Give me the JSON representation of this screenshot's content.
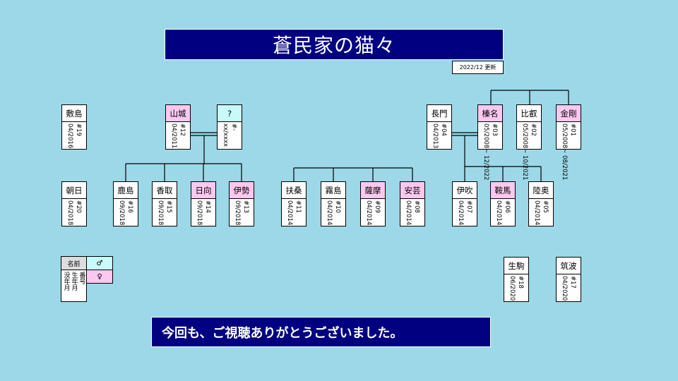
{
  "title": "蒼民家の猫々",
  "updated": "2022/12 更新",
  "footer": "今回も、ご視聴ありがとうございました。",
  "colors": {
    "background": "#9cd8e8",
    "title_bg": "#000080",
    "female": "#fcc8f0",
    "male": "#c8fafa"
  },
  "legend": {
    "name": "名前",
    "info": [
      "番号",
      "生年月",
      "没年月"
    ],
    "male": "♂",
    "female": "♀"
  },
  "cats": [
    {
      "id": "shikishima",
      "name": "敷島",
      "sex": "n",
      "no": "#19",
      "dates": "04/2016"
    },
    {
      "id": "yamashiro",
      "name": "山城",
      "sex": "f",
      "no": "#12",
      "dates": "04/2011"
    },
    {
      "id": "unknown",
      "name": "?",
      "sex": "m",
      "no": "#-",
      "dates": "xx/xxxx"
    },
    {
      "id": "nagato",
      "name": "長門",
      "sex": "n",
      "no": "#04",
      "dates": "04/2013"
    },
    {
      "id": "haruna",
      "name": "榛名",
      "sex": "f",
      "no": "#03",
      "dates": "05/2008~ 12/2022"
    },
    {
      "id": "hiei",
      "name": "比叡",
      "sex": "n",
      "no": "#02",
      "dates": "05/2008~ 10/2021"
    },
    {
      "id": "kongou",
      "name": "金剛",
      "sex": "f",
      "no": "#01",
      "dates": "05/2008~ 08/2021"
    },
    {
      "id": "asahi",
      "name": "朝日",
      "sex": "n",
      "no": "#20",
      "dates": "04/2018"
    },
    {
      "id": "kashima",
      "name": "鹿島",
      "sex": "n",
      "no": "#16",
      "dates": "09/2018"
    },
    {
      "id": "katori",
      "name": "香取",
      "sex": "n",
      "no": "#15",
      "dates": "09/2018"
    },
    {
      "id": "hyuga",
      "name": "日向",
      "sex": "f",
      "no": "#14",
      "dates": "09/2018"
    },
    {
      "id": "ise",
      "name": "伊勢",
      "sex": "f",
      "no": "#13",
      "dates": "09/2018"
    },
    {
      "id": "fuso",
      "name": "扶桑",
      "sex": "n",
      "no": "#11",
      "dates": "04/2014"
    },
    {
      "id": "kirishima",
      "name": "霧島",
      "sex": "n",
      "no": "#10",
      "dates": "04/2014"
    },
    {
      "id": "satsuma",
      "name": "薩摩",
      "sex": "f",
      "no": "#09",
      "dates": "04/2014"
    },
    {
      "id": "aki",
      "name": "安芸",
      "sex": "f",
      "no": "#08",
      "dates": "04/2014"
    },
    {
      "id": "ibuki",
      "name": "伊吹",
      "sex": "n",
      "no": "#07",
      "dates": "04/2014"
    },
    {
      "id": "kurama",
      "name": "鞍馬",
      "sex": "f",
      "no": "#06",
      "dates": "04/2014"
    },
    {
      "id": "mutsu",
      "name": "陸奥",
      "sex": "n",
      "no": "#05",
      "dates": "04/2014"
    },
    {
      "id": "ikoma",
      "name": "生駒",
      "sex": "n",
      "no": "#18",
      "dates": "06/2020"
    },
    {
      "id": "tsukuba",
      "name": "筑波",
      "sex": "n",
      "no": "#17",
      "dates": "04/2020"
    }
  ]
}
